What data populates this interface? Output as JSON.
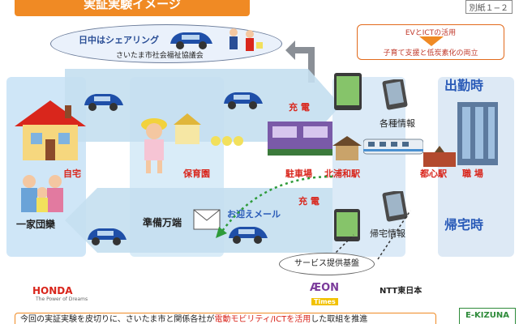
{
  "header": {
    "title": "実証実験イメージ",
    "annex": "別紙１−２"
  },
  "ev_box": {
    "line1": "EVとICTの活用",
    "line2": "子育て支援と低炭素化の両立"
  },
  "sharing_cloud": {
    "title": "日中はシェアリング",
    "org": "さいたま市社会福祉協議会"
  },
  "places": {
    "home": "自宅",
    "family": "一家団欒",
    "nursery": "保育園",
    "parking": "駐車場",
    "urawa": "北浦和駅",
    "city_station": "都心駅",
    "workplace": "職 場"
  },
  "labels": {
    "commute": "出勤時",
    "return": "帰宅時",
    "charge1": "充 電",
    "charge2": "充 電",
    "info1": "各種情報",
    "info2": "帰宅情報",
    "prep": "準備万端",
    "pickup_mail": "お迎えメール",
    "service": "サービス提供基盤"
  },
  "logos": {
    "honda": "HONDA",
    "honda_tag": "The Power of Dreams",
    "aeon": "ÆON",
    "ntt": "NTT東日本",
    "times": "Times",
    "kizuna": "E-KIZUNA"
  },
  "footer": {
    "text_a": "今回の実証実験を皮切りに、さいたま市と関係各社が",
    "text_hl": "電動モビリティ/ICTを活用",
    "text_b": "した取組を推進"
  },
  "colors": {
    "accent": "#f08a24",
    "brand_blue": "#2a5bb8",
    "alert_red": "#d9261c",
    "panel_blue": "#cfe6f7"
  }
}
